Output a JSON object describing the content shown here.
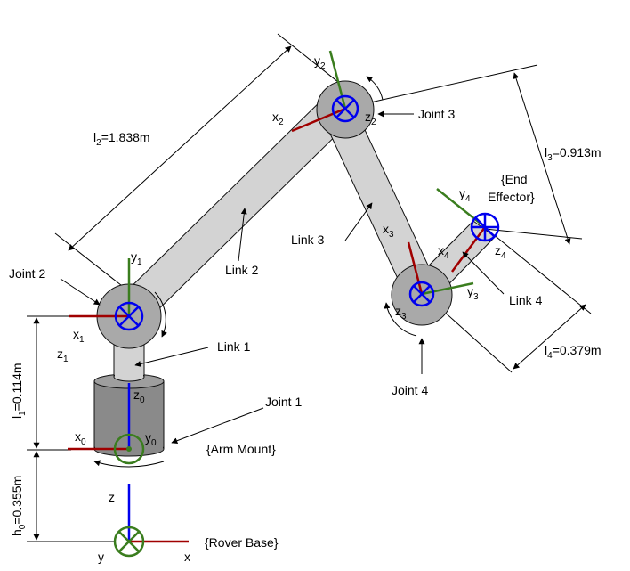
{
  "labels": {
    "l2": "l",
    "l2_sub": "2",
    "l2_val": "=1.838m",
    "l3": "l",
    "l3_sub": "3",
    "l3_val": "=0.913m",
    "l4": "l",
    "l4_sub": "4",
    "l4_val": "=0.379m",
    "l1": "l",
    "l1_sub": "1",
    "l1_val": "=0.114m",
    "h0": "h",
    "h0_sub": "0",
    "h0_val": "=0.355m",
    "joint1": "Joint 1",
    "joint2": "Joint 2",
    "joint3": "Joint 3",
    "joint4": "Joint 4",
    "link1": "Link 1",
    "link2": "Link 2",
    "link3": "Link 3",
    "link4": "Link 4",
    "end_effector_1": "{End",
    "end_effector_2": "Effector}",
    "arm_mount": "{Arm Mount}",
    "rover_base": "{Rover Base}"
  },
  "axes": {
    "x": "x",
    "y": "y",
    "z": "z",
    "s0": "0",
    "s1": "1",
    "s2": "2",
    "s3": "3",
    "s4": "4"
  }
}
